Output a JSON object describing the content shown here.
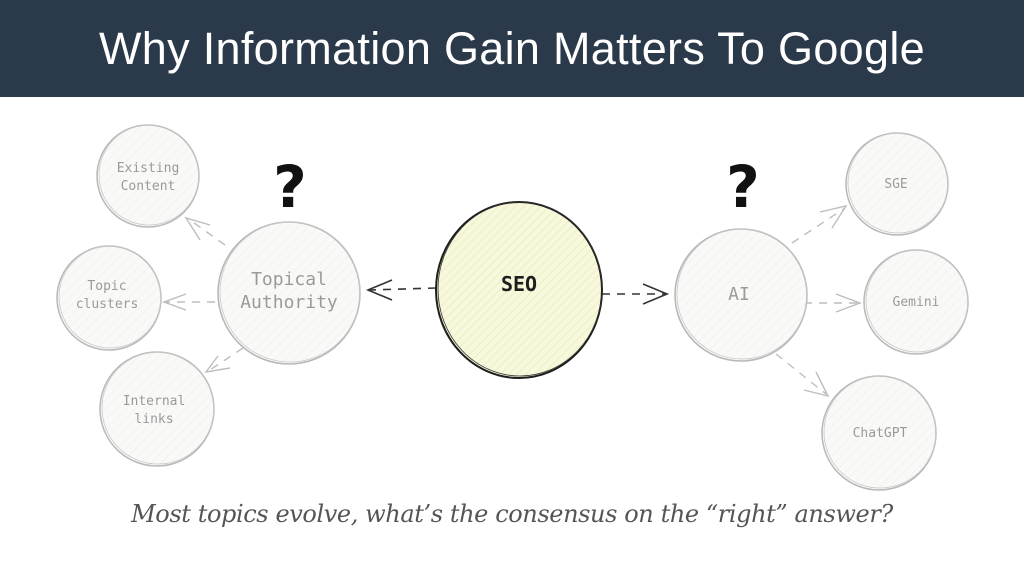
{
  "header": {
    "title": "Why Information Gain Matters To Google"
  },
  "diagram": {
    "center": {
      "label": "SEO",
      "fill": "#f7f8dc",
      "stroke": "#1e1e1e"
    },
    "left_hub": {
      "label_line1": "Topical",
      "label_line2": "Authority",
      "question_mark": "?"
    },
    "right_hub": {
      "label": "AI",
      "question_mark": "?"
    },
    "left_children": [
      {
        "label_line1": "Existing",
        "label_line2": "Content"
      },
      {
        "label_line1": "Topic",
        "label_line2": "clusters"
      },
      {
        "label_line1": "Internal",
        "label_line2": "links"
      }
    ],
    "right_children": [
      {
        "label": "SGE"
      },
      {
        "label": "Gemini"
      },
      {
        "label": "ChatGPT"
      }
    ],
    "colors": {
      "faded_stroke": "#b8b8b8",
      "faded_text": "#9a9a9a",
      "faded_fill": "#f8f9f7",
      "header_bg": "#2b3a4a"
    }
  },
  "caption": "Most topics evolve, what’s the consensus on the “right” answer?"
}
